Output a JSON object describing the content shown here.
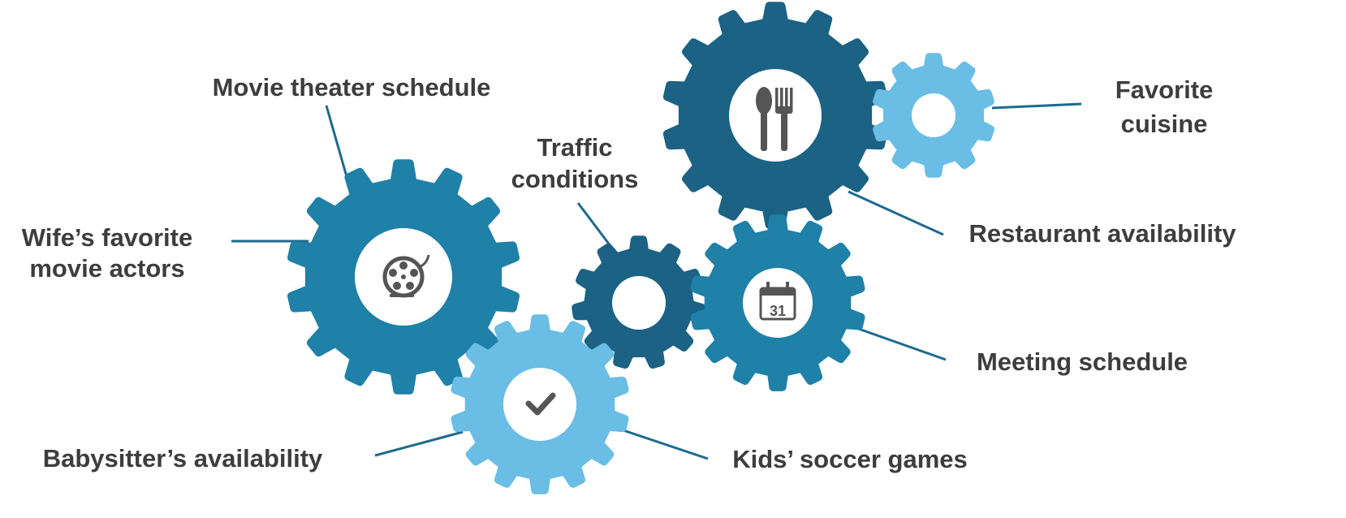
{
  "labels": {
    "movie_theater": "Movie theater schedule",
    "wife_line1": "Wife’s favorite",
    "wife_line2": "movie actors",
    "traffic_line1": "Traffic",
    "traffic_line2": "conditions",
    "favorite_line1": "Favorite",
    "favorite_line2": "cuisine",
    "restaurant": "Restaurant availability",
    "meeting": "Meeting schedule",
    "babysitter": "Babysitter’s availability",
    "kids": "Kids’ soccer games"
  },
  "icons": {
    "movie_gear": "film-reel-icon",
    "restaurant_gear": "fork-spoon-icon",
    "meeting_gear": "calendar-icon",
    "babysitter_gear": "checkmark-icon",
    "calendar_day": "31"
  },
  "colors": {
    "dark_blue": "#1b6284",
    "mid_blue": "#1f80a8",
    "light_blue": "#6abde5",
    "icon_gray": "#555555",
    "text": "#3d3d3d"
  }
}
